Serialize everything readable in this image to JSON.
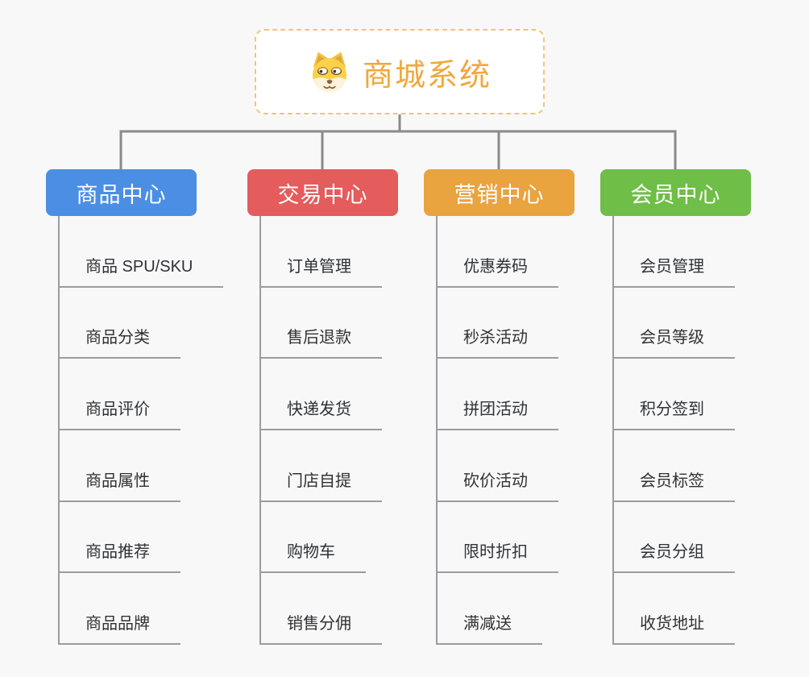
{
  "page": {
    "background": "#f8f8f8"
  },
  "root": {
    "title": "商城系统",
    "title_color": "#f1a73b",
    "border_color": "#f2c37e",
    "icon": "doge-icon"
  },
  "connectors": {
    "tree_color": "#8a8a8a",
    "list_color": "#9b9ca0"
  },
  "branches": [
    {
      "label": "商品中心",
      "color": "#4a8fe4",
      "children": [
        "商品 SPU/SKU",
        "商品分类",
        "商品评价",
        "商品属性",
        "商品推荐",
        "商品品牌"
      ]
    },
    {
      "label": "交易中心",
      "color": "#e45c5c",
      "children": [
        "订单管理",
        "售后退款",
        "快递发货",
        "门店自提",
        "购物车",
        "销售分佣"
      ]
    },
    {
      "label": "营销中心",
      "color": "#e9a33f",
      "children": [
        "优惠券码",
        "秒杀活动",
        "拼团活动",
        "砍价活动",
        "限时折扣",
        "满减送"
      ]
    },
    {
      "label": "会员中心",
      "color": "#6fbe48",
      "children": [
        "会员管理",
        "会员等级",
        "积分签到",
        "会员标签",
        "会员分组",
        "收货地址"
      ]
    }
  ]
}
